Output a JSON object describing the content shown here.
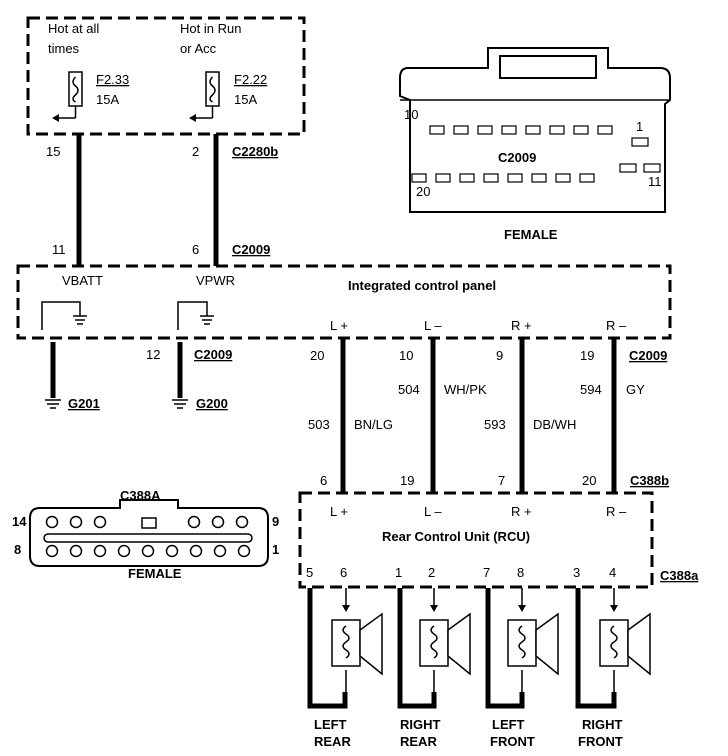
{
  "fuse_box": {
    "hot_always": [
      "Hot at all",
      "times"
    ],
    "hot_run": [
      "Hot in Run",
      "or Acc"
    ],
    "fuse1": {
      "name": "F2.33",
      "rating": "15A"
    },
    "fuse2": {
      "name": "F2.22",
      "rating": "15A"
    }
  },
  "connectors": {
    "c2280b": "C2280b",
    "c2009": "C2009",
    "c388b": "C388b",
    "c388a": "C388a"
  },
  "pins": {
    "p15": "15",
    "p2": "2",
    "p11": "11",
    "p6": "6",
    "p12": "12",
    "p20": "20",
    "p10": "10",
    "p9": "9",
    "p19": "19",
    "p504": "504",
    "p503": "503",
    "p593": "593",
    "p594": "594",
    "rcu_p6": "6",
    "rcu_p19": "19",
    "rcu_p7": "7",
    "rcu_p20": "20",
    "out5": "5",
    "out6": "6",
    "out1": "1",
    "out2": "2",
    "out7": "7",
    "out8": "8",
    "out3": "3",
    "out4": "4"
  },
  "icp": {
    "title": "Integrated control panel",
    "vbatt": "VBATT",
    "vpwr": "VPWR",
    "l_plus": "L +",
    "l_minus": "L –",
    "r_plus": "R +",
    "r_minus": "R –"
  },
  "grounds": {
    "g201": "G201",
    "g200": "G200"
  },
  "wire_colors": {
    "bn_lg": "BN/LG",
    "wh_pk": "WH/PK",
    "db_wh": "DB/WH",
    "gy": "GY"
  },
  "rcu": {
    "title": "Rear Control Unit (RCU)",
    "l_plus": "L +",
    "l_minus": "L –",
    "r_plus": "R +",
    "r_minus": "R –"
  },
  "speakers": [
    {
      "line1": "LEFT",
      "line2": "REAR"
    },
    {
      "line1": "RIGHT",
      "line2": "REAR"
    },
    {
      "line1": "LEFT",
      "line2": "FRONT"
    },
    {
      "line1": "RIGHT",
      "line2": "FRONT"
    }
  ],
  "c2009_face": {
    "title": "C2009",
    "gender": "FEMALE",
    "pin_tl": "10",
    "pin_tr": "1",
    "pin_bl": "20",
    "pin_br": "11"
  },
  "c388a_face": {
    "title": "C388A",
    "gender": "FEMALE",
    "pin_tl": "14",
    "pin_tr": "9",
    "pin_bl": "8",
    "pin_br": "1"
  }
}
